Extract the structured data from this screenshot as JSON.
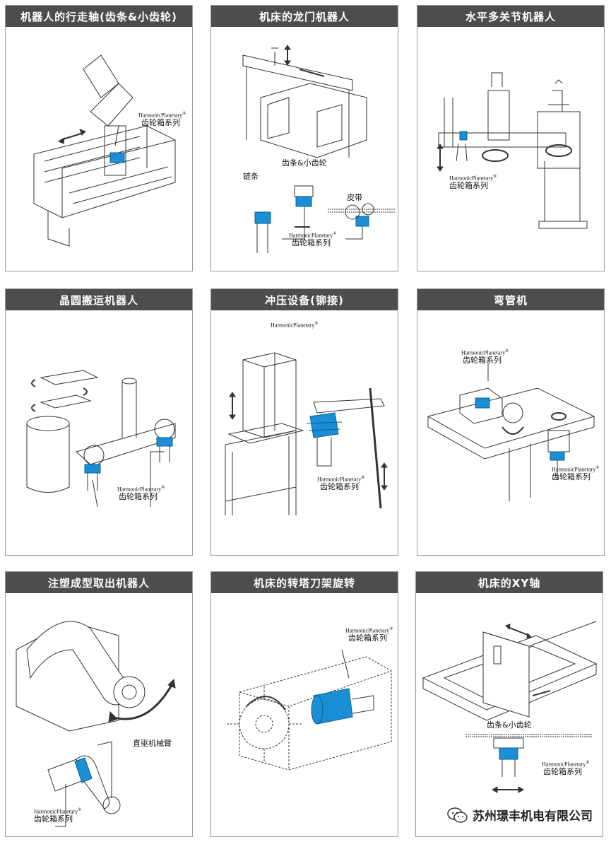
{
  "brand": "HarmonicPlanetary",
  "brand_mark": "®",
  "series": "齿轮箱系列",
  "accent_color": "#1a8fd6",
  "panels": [
    {
      "title": "机器人的行走轴(齿条&小齿轮)"
    },
    {
      "title": "机床的龙门机器人",
      "labels": {
        "rack": "齿条&小齿轮",
        "chain": "链条",
        "belt": "皮带"
      }
    },
    {
      "title": "水平多关节机器人"
    },
    {
      "title": "晶圆搬运机器人"
    },
    {
      "title": "冲压设备(铆接)"
    },
    {
      "title": "弯管机"
    },
    {
      "title": "注塑成型取出机器人",
      "labels": {
        "arm": "直驱机械臂"
      }
    },
    {
      "title": "机床的转塔刀架旋转"
    },
    {
      "title": "机床的XY轴",
      "labels": {
        "rack": "齿条&小齿轮"
      }
    }
  ],
  "watermark": {
    "text": "苏州璟丰机电有限公司",
    "icon": "wechat-icon"
  }
}
